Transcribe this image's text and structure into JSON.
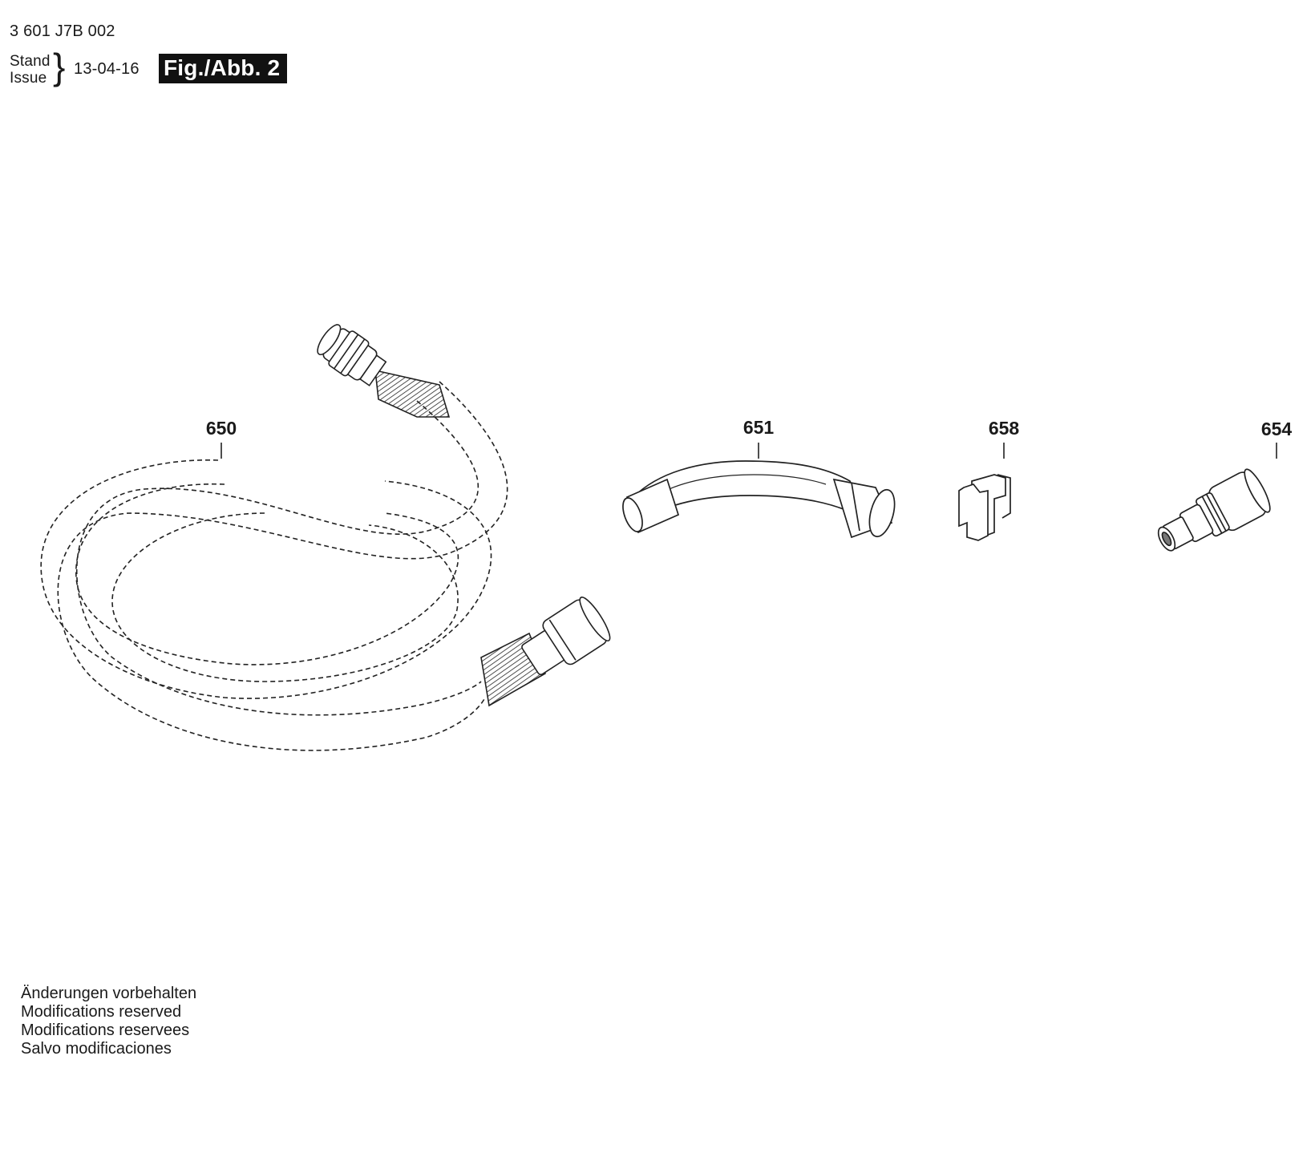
{
  "header": {
    "doc_number": "3 601 J7B 002",
    "stand_label": "Stand",
    "issue_label": "Issue",
    "brace": "}",
    "date": "13-04-16",
    "figure_label": "Fig./Abb. 2"
  },
  "parts": [
    {
      "id": "650",
      "description": "hose"
    },
    {
      "id": "651",
      "description": "elbow"
    },
    {
      "id": "658",
      "description": "clip"
    },
    {
      "id": "654",
      "description": "adapter"
    }
  ],
  "footer": {
    "notes": [
      "Änderungen vorbehalten",
      "Modifications reserved",
      "Modifications reservees",
      "Salvo modificaciones"
    ]
  }
}
